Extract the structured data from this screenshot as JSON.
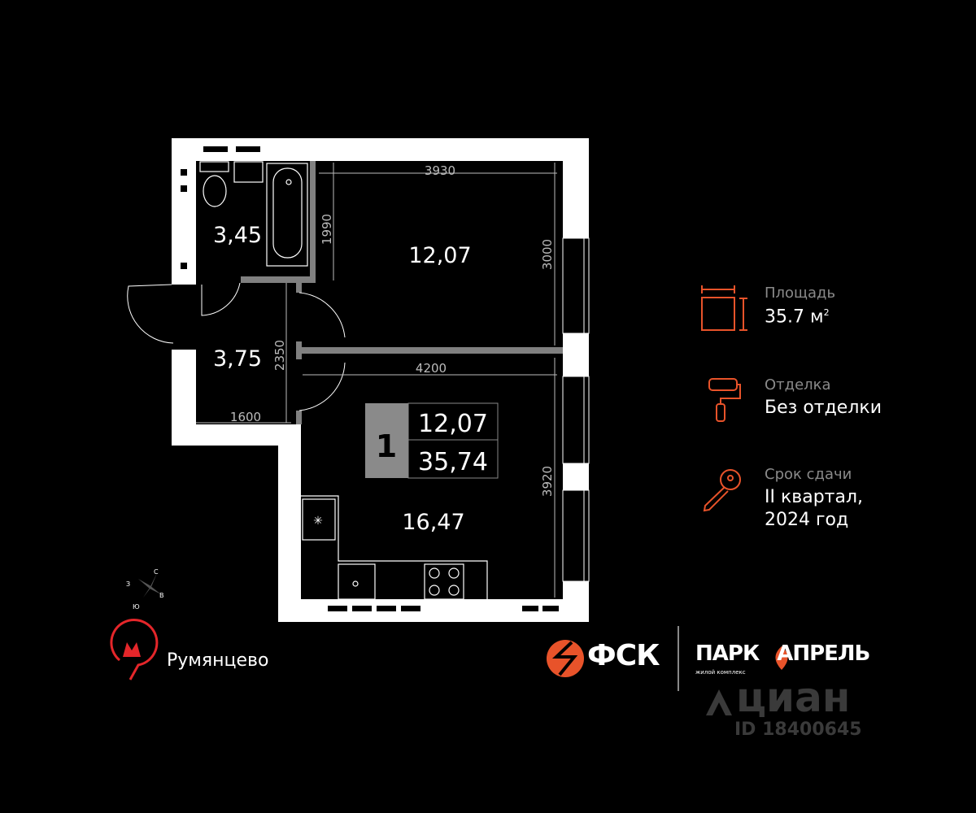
{
  "plan": {
    "rooms": [
      {
        "name": "bathroom",
        "area": "3,45"
      },
      {
        "name": "room",
        "area": "12,07"
      },
      {
        "name": "hallway",
        "area": "3,75"
      },
      {
        "name": "kitchen",
        "area": "16,47"
      }
    ],
    "dimensions": {
      "room_width": "3930",
      "bath_height": "1990",
      "room_height": "3000",
      "kitchen_width": "4200",
      "hall_height": "2350",
      "hall_width": "1600",
      "kitchen_height": "3920"
    },
    "badge": {
      "rooms_count": "1",
      "living_area": "12,07",
      "total_area": "35,74"
    },
    "compass": {
      "n": "С",
      "s": "Ю",
      "e": "В",
      "w": "З"
    }
  },
  "info": {
    "area_label": "Площадь",
    "area_value": "35.7 м",
    "area_unit_sup": "2",
    "finish_label": "Отделка",
    "finish_value": "Без отделки",
    "deadline_label": "Срок сдачи",
    "deadline_line1": "II квартал,",
    "deadline_line2": "2024 год"
  },
  "footer": {
    "metro_station": "Румянцево",
    "developer": "ФСК",
    "complex_name_1": "ПАРК",
    "complex_name_2": "АПРЕЛЬ",
    "complex_sub": "жилой комплекс",
    "watermark": "циан",
    "listing_id": "ID 18400645"
  },
  "colors": {
    "accent": "#e8532a",
    "metro": "#e4262a",
    "wall": "#ffffff",
    "partition": "#808080"
  }
}
